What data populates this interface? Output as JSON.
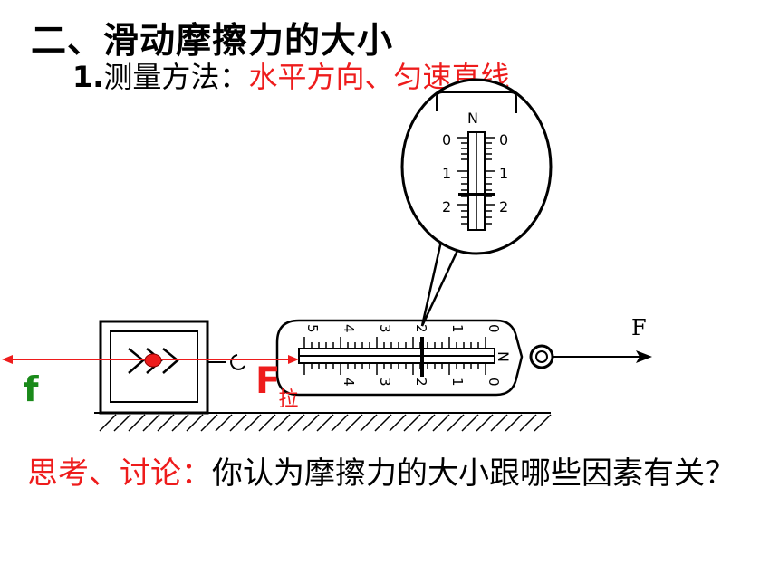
{
  "title": "二、滑动摩擦力的大小",
  "method": {
    "prefix": "1.",
    "label": "测量方法：",
    "answer": "水平方向、匀速直线"
  },
  "diagram": {
    "friction_label": "f",
    "pull_label": "F",
    "pull_subscript": "拉",
    "force_label": "F",
    "scale_unit": "N",
    "magnifier_ticks": [
      "0",
      "1",
      "2"
    ],
    "scale_ticks": [
      "5",
      "4",
      "3",
      "2",
      "1",
      "0"
    ]
  },
  "question": {
    "lead": "思考、讨论：",
    "text": "你认为摩擦力的大小跟哪些因素有关？"
  }
}
